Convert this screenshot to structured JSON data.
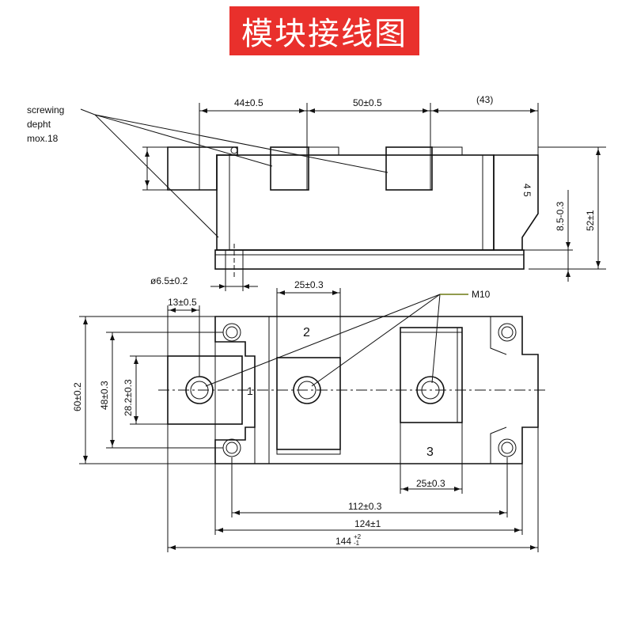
{
  "title": "模块接线图",
  "side_view": {
    "callout": [
      "screwing",
      "depht",
      "mox.18"
    ],
    "dim_top_left": "44±0.5",
    "dim_top_mid": "50±0.5",
    "dim_top_right": "(43)",
    "dim_pins": "4  5",
    "dim_height_small": "8.5-0.3",
    "dim_height_total": "52±1",
    "dim_hole": "ø6.5±0.2"
  },
  "top_view": {
    "dim_terminal_width": "25±0.3",
    "dim_pad": "13±0.5",
    "thread_label": "M10",
    "dim_width_total": "60±0.2",
    "dim_width_48": "48±0.3",
    "dim_width_28": "28.2±0.3",
    "terminal_1": "1",
    "terminal_2": "2",
    "terminal_3": "3",
    "dim_terminal3_width": "25±0.3",
    "dim_112": "112±0.3",
    "dim_124": "124±1",
    "dim_144": "144",
    "dim_144_tol": "+2",
    "dim_144_tol2": "-1"
  }
}
